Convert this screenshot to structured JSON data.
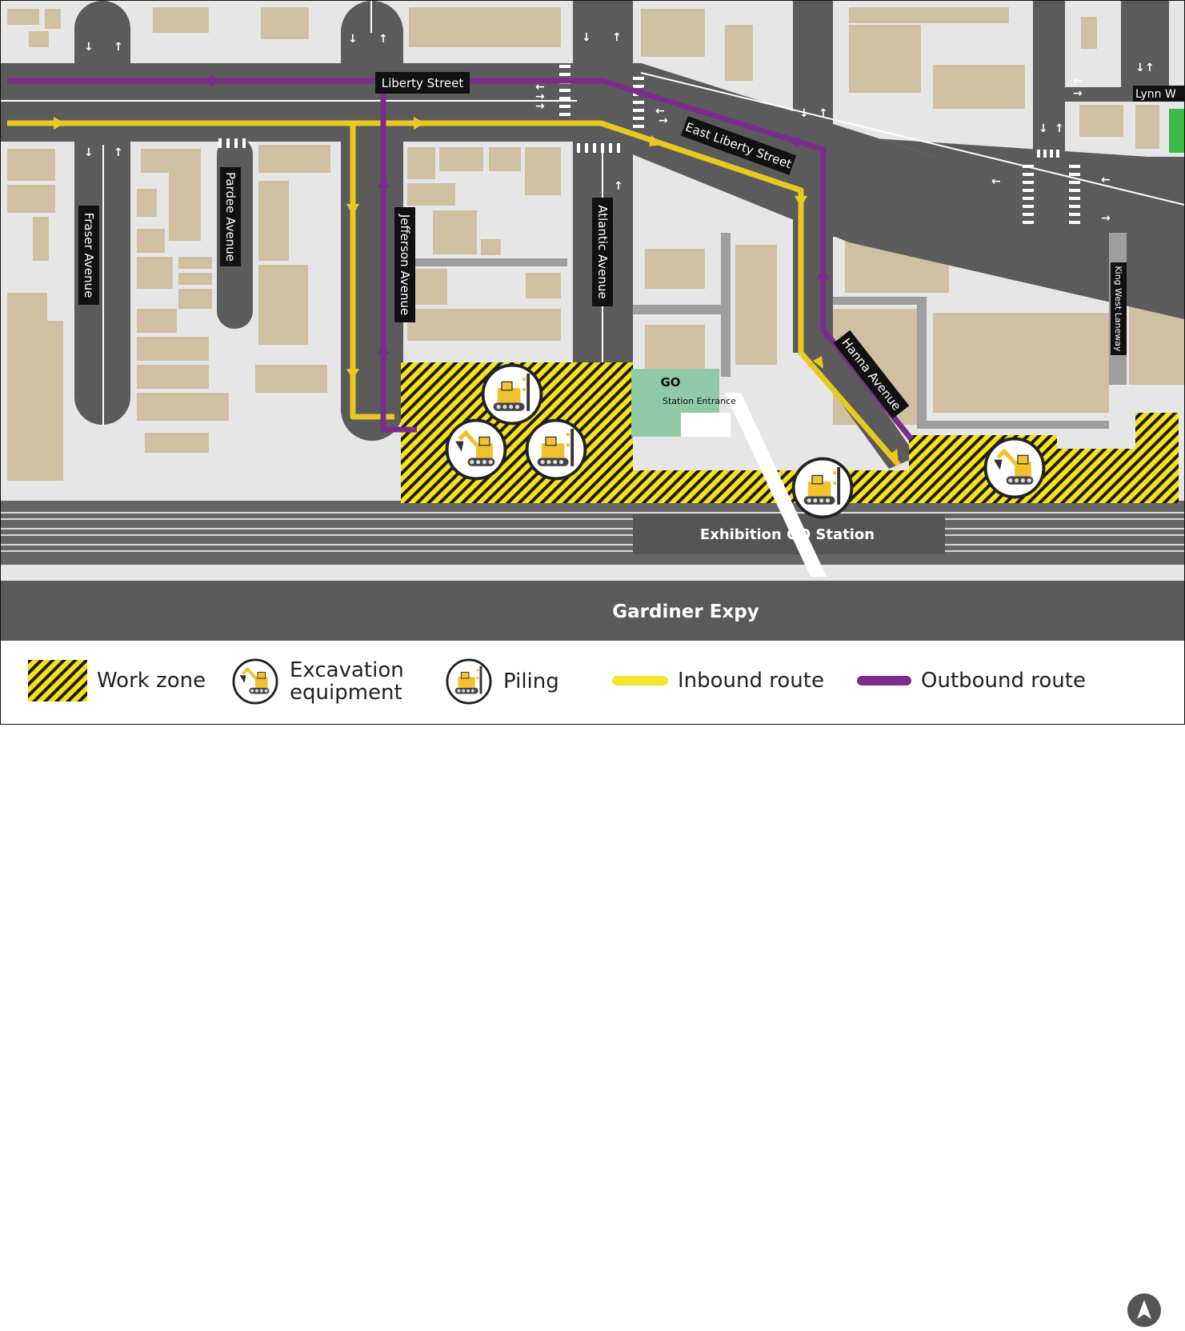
{
  "streets": {
    "liberty": "Liberty Street",
    "east_liberty": "East Liberty Street",
    "lynn": "Lynn W",
    "fraser": "Fraser Avenue",
    "pardee": "Pardee Avenue",
    "jefferson": "Jefferson Avenue",
    "atlantic": "Atlantic Avenue",
    "hanna": "Hanna Avenue",
    "king_west": "King West Laneway",
    "gardiner": "Gardiner Expy"
  },
  "station": {
    "name": "Exhibition GO Station",
    "entrance": "Station Entrance",
    "logo": "GO"
  },
  "legend": {
    "work_zone": "Work zone",
    "excavation_line1": "Excavation",
    "excavation_line2": "equipment",
    "piling": "Piling",
    "inbound": "Inbound route",
    "outbound": "Outbound route"
  },
  "colors": {
    "inbound": "#e9c91f",
    "outbound": "#7b2d8e",
    "road": "#5b5b5b",
    "building": "#cfc0a2",
    "ground": "#e6e6e6",
    "work_zone_stripe": "#f7e11a",
    "station_green": "#8fc9a5"
  },
  "icons": {
    "north_arrow": "north-arrow-icon",
    "excavator": "excavator-icon",
    "piling_rig": "piling-rig-icon"
  }
}
